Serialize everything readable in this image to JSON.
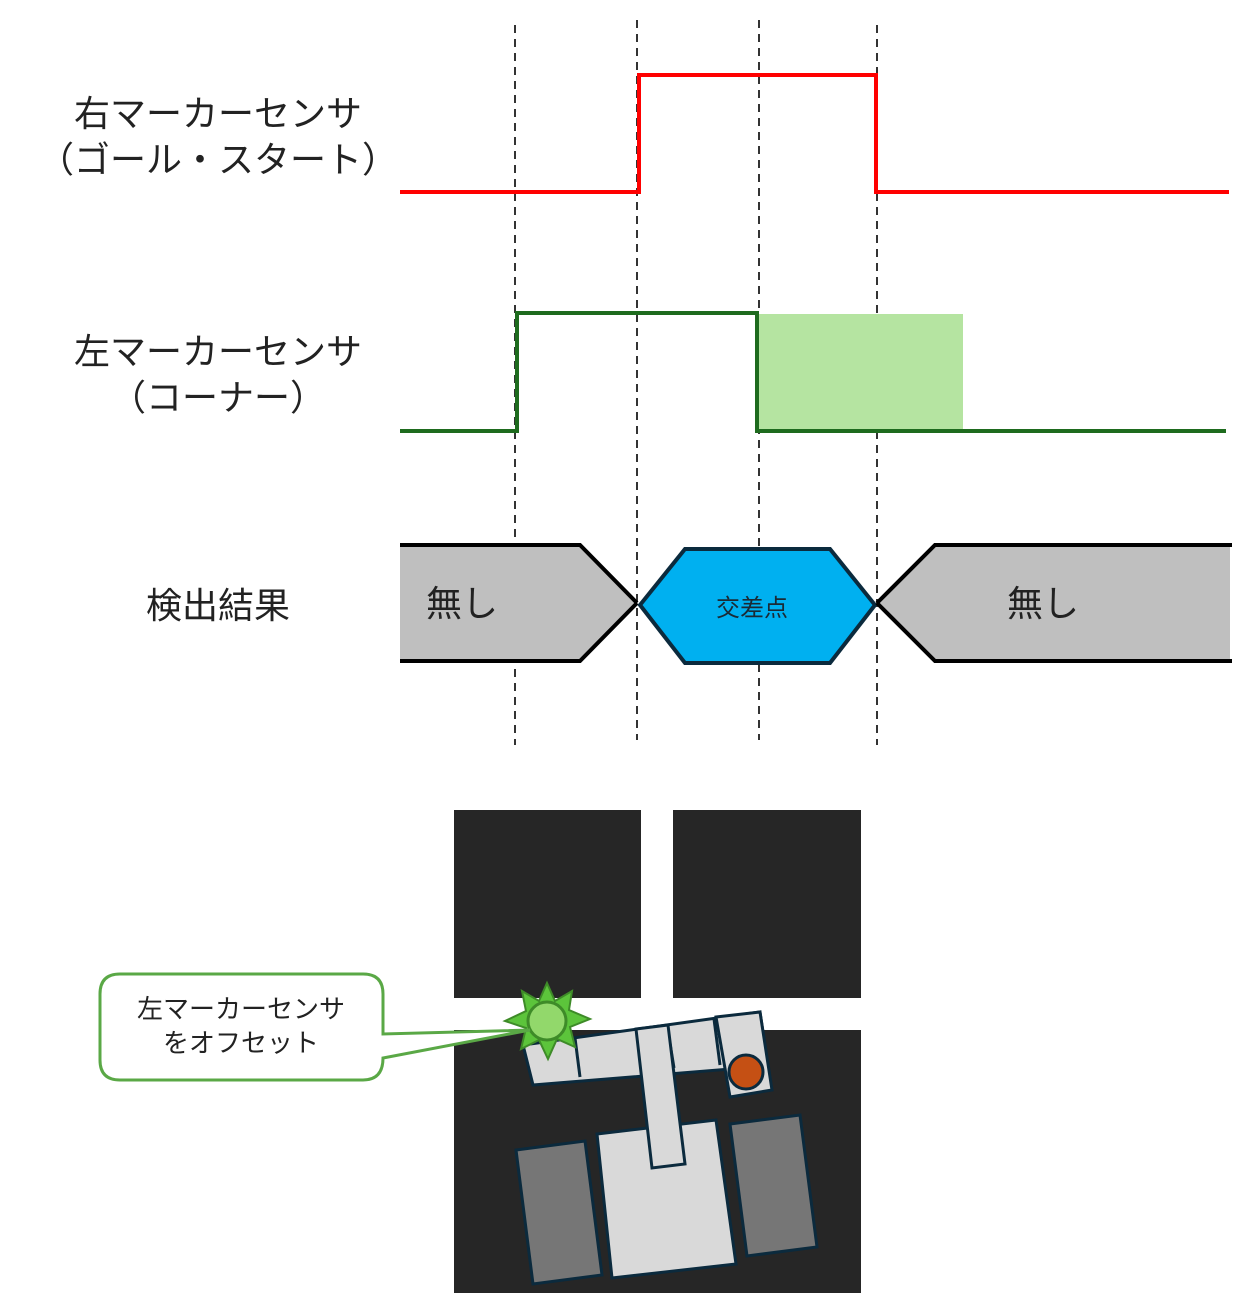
{
  "timing_chart": {
    "signals": [
      {
        "name_lines": [
          "右マーカーセンサ",
          "（ゴール・スタート）"
        ],
        "color": "#ff0000"
      },
      {
        "name_lines": [
          "左マーカーセンサ",
          "（コーナー）"
        ],
        "color": "#1e6b1e",
        "highlight_color": "#b5e4a1"
      }
    ],
    "result_row": {
      "label": "検出結果",
      "states": [
        {
          "label": "無し",
          "fill": "#bfbfbf"
        },
        {
          "label": "交差点",
          "fill": "#00b0f0"
        },
        {
          "label": "無し",
          "fill": "#bfbfbf"
        }
      ]
    }
  },
  "robot_illustration": {
    "callout": {
      "lines": [
        "左マーカーセンサ",
        "をオフセット"
      ],
      "border_color": "#5aa846"
    },
    "colors": {
      "field": "#262626",
      "line": "#ffffff",
      "chassis": "#d9d9d9",
      "wheel": "#767676",
      "outline": "#0b2a3d",
      "sensor_glow": "#5cc43b",
      "sensor": "#92d86b",
      "right_sensor": "#c55014"
    }
  }
}
